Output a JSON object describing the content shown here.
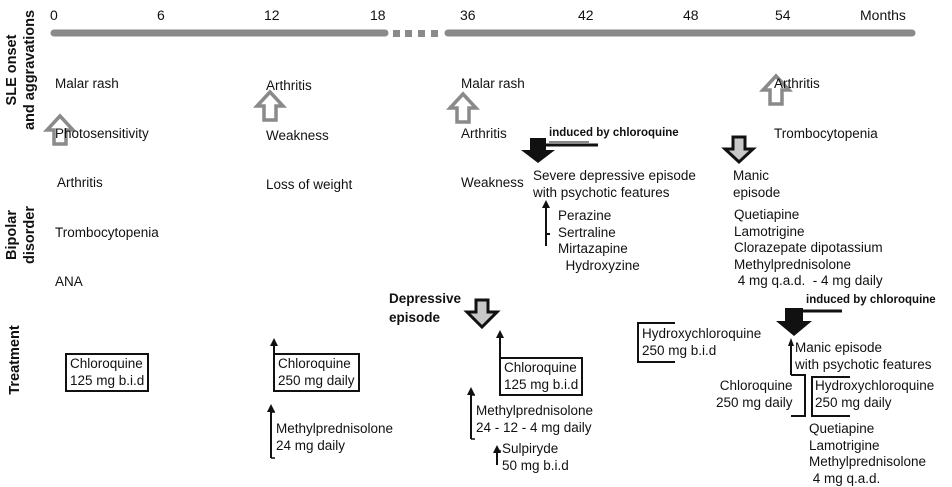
{
  "timeline": {
    "ticks": [
      "0",
      "6",
      "12",
      "18",
      "36",
      "42",
      "48",
      "54"
    ],
    "unit_label": "Months",
    "colors": {
      "axis": "#8a8a8a",
      "outline_arrow": "#8a8a8a",
      "dark": "#111111",
      "arrow_fill": "#c8c8c8"
    }
  },
  "lanes": {
    "sle": "SLE onset\nand aggravations",
    "bipolar": "Bipolar\ndisorder",
    "treatment": "Treatment"
  },
  "sle_events": [
    {
      "month": "0",
      "items": [
        "Malar rash",
        "Photosensitivity",
        "Arthritis",
        "Trombocytopenia",
        "ANA"
      ]
    },
    {
      "month": "12",
      "items": [
        "Arthritis",
        "Weakness",
        "Loss of weight"
      ]
    },
    {
      "month": "36",
      "items": [
        "Malar rash",
        "Arthritis",
        "Weakness"
      ]
    },
    {
      "month": "54",
      "items": [
        "Arthritis",
        "Trombocytopenia"
      ]
    }
  ],
  "bipolar": {
    "induced_label_1": "induced by chloroquine",
    "severe_episode": "Severe depressive episode\nwith psychotic features",
    "severe_treatment": "Perazine\nSertraline\nMirtazapine\n  Hydroxyzine",
    "manic_episode": "Manic\nepisode",
    "manic_treatment": "Quetiapine\nLamotrigine\nClorazepate dipotassium\nMethylprednisolone\n 4 mg q.a.d.  - 4 mg daily"
  },
  "treatment": {
    "chloroquine_1": "Chloroquine\n125 mg b.i.d",
    "chloroquine_2": "Chloroquine\n250 mg daily",
    "methylpred_1": "Methylprednisolone\n24 mg daily",
    "depressive_episode": "Depressive\nepisode",
    "chloroquine_3": "Chloroquine\n125 mg b.i.d",
    "methylpred_2": "Methylprednisolone\n24 - 12 - 4 mg daily",
    "sulpiryde": "Sulpiryde\n50 mg b.i.d",
    "hcq_1": "Hydroxychloroquine\n250 mg b.i.d",
    "induced_label_2": "induced by chloroquine",
    "manic_psychotic": "Manic episode\nwith psychotic features",
    "chloroquine_4": "Chloroquine\n250 mg daily",
    "hcq_2": "Hydroxychloroquine\n250 mg daily",
    "final_treatment": "Quetiapine\nLamotrigine\nMethylprednisolone\n 4 mg q.a.d."
  }
}
